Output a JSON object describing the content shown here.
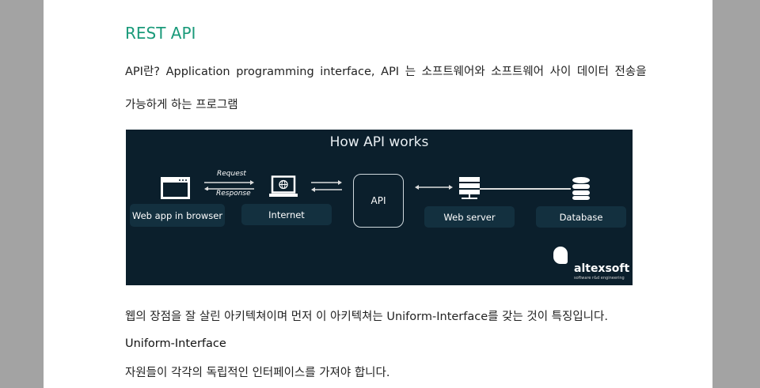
{
  "heading": "REST API",
  "intro_line1": "API란? Application programming interface, API 는 소프트웨어와 소프트웨어 사이 데이터 전송을",
  "intro_line2": "가능하게 하는 프로그램",
  "diagram": {
    "title": "How API works",
    "request": "Request",
    "response": "Response",
    "web_app": "Web app in browser",
    "internet": "Internet",
    "api": "API",
    "web_server": "Web server",
    "database": "Database",
    "logo": "altexsoft",
    "logo_tagline": "software r&d engineering"
  },
  "para2": "웹의 장점을 잘 살린 아키텍쳐이며 먼저 이 아키텍쳐는 Uniform-Interface를 갖는 것이 특징입니다.",
  "subheading": "Uniform-Interface",
  "para3": "자원들이 각각의 독립적인 인터페이스를 가져야 합니다."
}
